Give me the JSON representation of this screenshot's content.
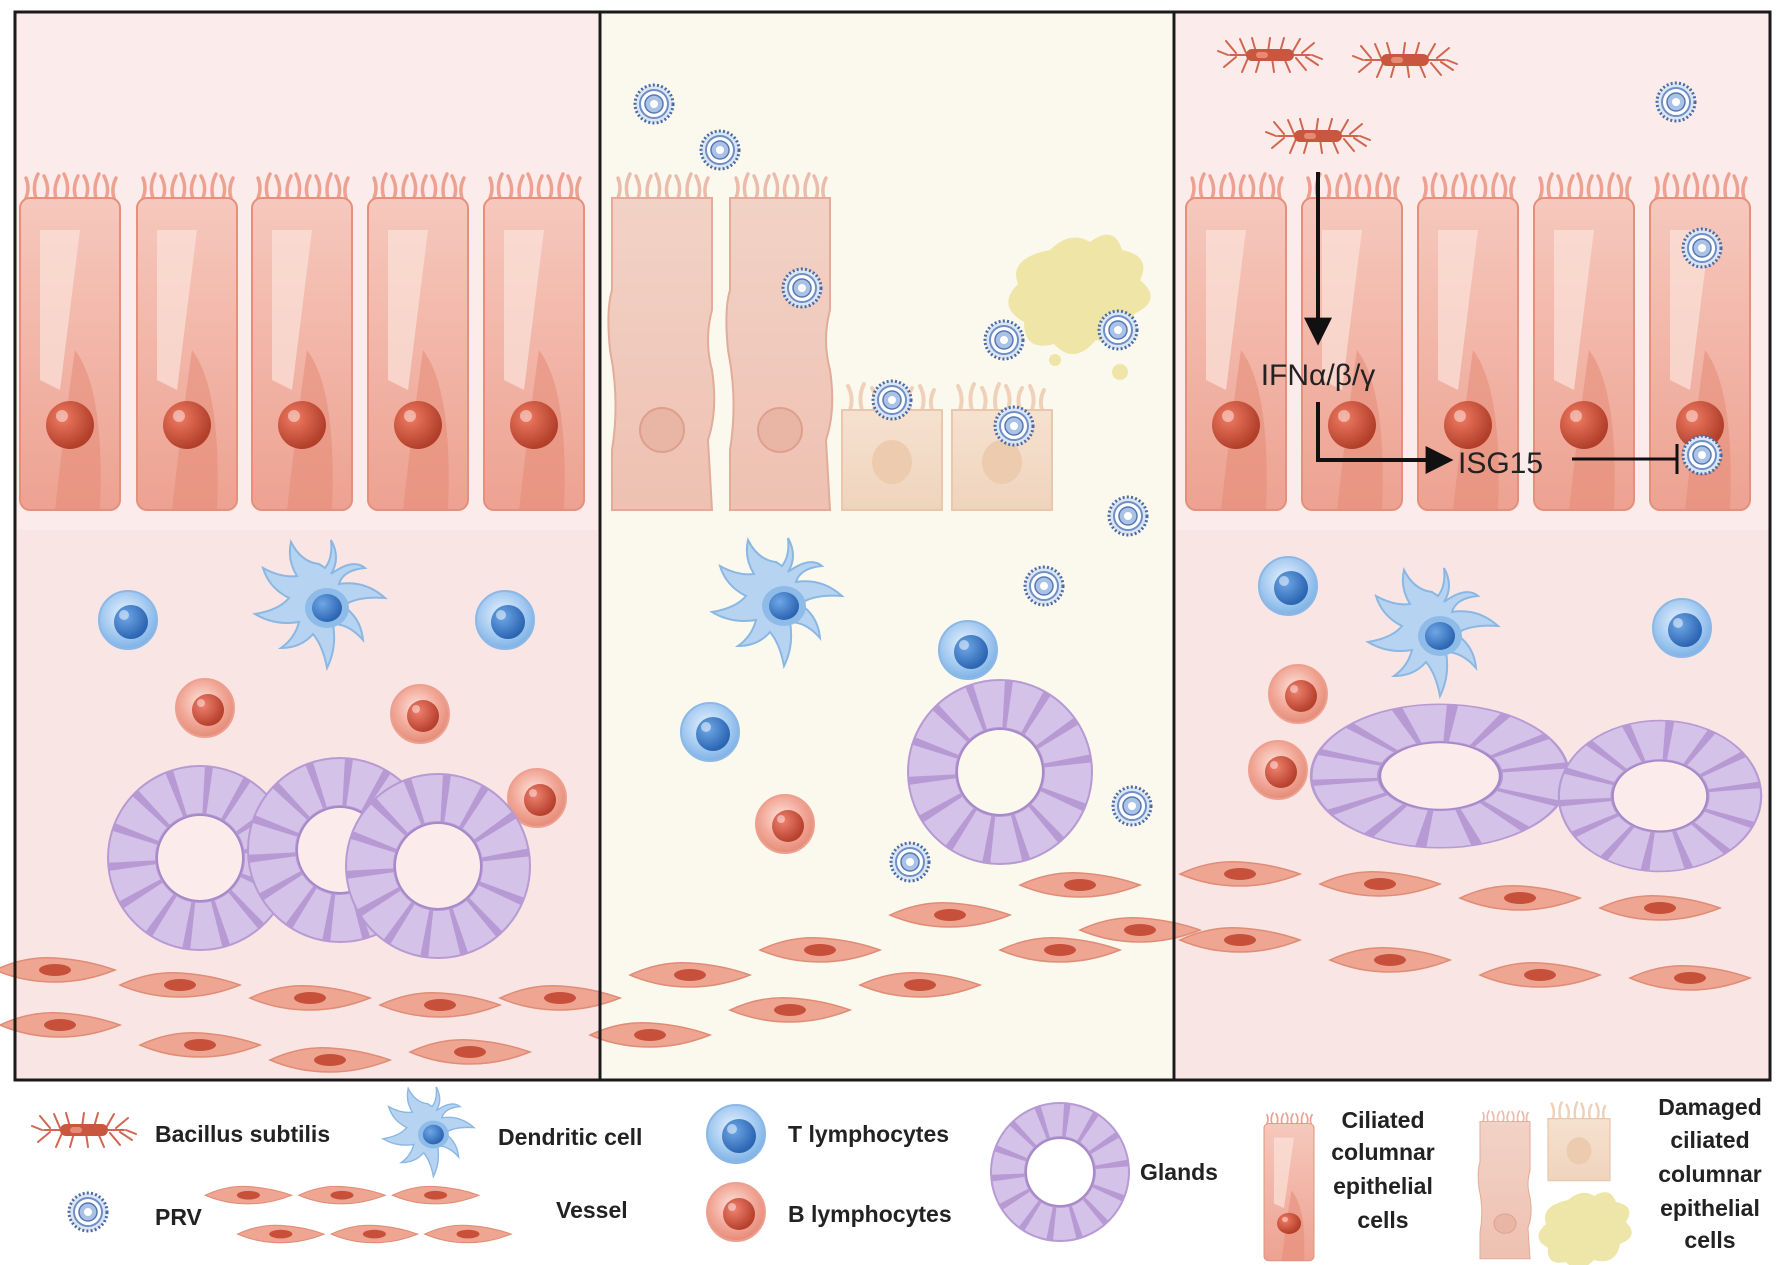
{
  "pathway": {
    "ifn_label": "IFNα/β/γ",
    "isg_label": "ISG15"
  },
  "legend": {
    "bacillus": "Bacillus subtilis",
    "prv": "PRV",
    "dendritic": "Dendritic cell",
    "vessel": "Vessel",
    "t_lymph": "T lymphocytes",
    "b_lymph": "B lymphocytes",
    "glands": "Glands",
    "ciliated": [
      "Ciliated",
      "columnar",
      "epithelial",
      "cells"
    ],
    "damaged": [
      "Damaged",
      "ciliated",
      "columnar",
      "epithelial",
      "cells"
    ]
  },
  "colors": {
    "panel_pink": "#fbeceb",
    "panel_cream": "#fbf9ee",
    "epithelium": "#efa898",
    "nucleus": "#c8523a",
    "t_cell": "#5d98d6",
    "b_cell": "#d86b5a",
    "gland": "#a98bc9",
    "virus": "#5f7fb8",
    "bacteria": "#c85a45",
    "damaged_yellow": "#ece39a"
  },
  "icons": [
    "bacillus-icon",
    "prv-icon",
    "dendritic-cell-icon",
    "vessel-icon",
    "t-lymphocyte-icon",
    "b-lymphocyte-icon",
    "gland-icon",
    "ciliated-cell-icon",
    "damaged-cell-icon"
  ]
}
